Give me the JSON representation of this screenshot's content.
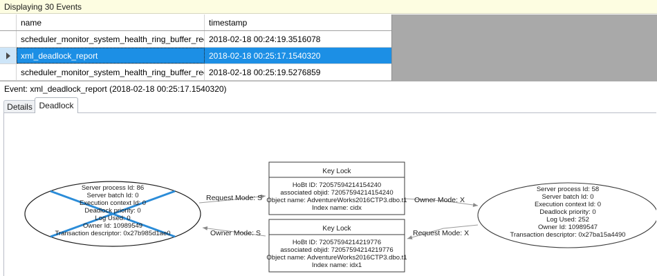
{
  "header": {
    "status_text": "Displaying 30 Events"
  },
  "grid": {
    "columns": [
      "name",
      "timestamp"
    ],
    "rows": [
      {
        "selected": false,
        "name": "scheduler_monitor_system_health_ring_buffer_recorded",
        "timestamp": "2018-02-18 00:24:19.3516078"
      },
      {
        "selected": true,
        "name": "xml_deadlock_report",
        "timestamp": "2018-02-18 00:25:17.1540320"
      },
      {
        "selected": false,
        "name": "scheduler_monitor_system_health_ring_buffer_recorded",
        "timestamp": "2018-02-18 00:25:19.5276859"
      }
    ],
    "row_selector_icon": "row-pointer-triangle-icon"
  },
  "event_caption": "Event: xml_deadlock_report (2018-02-18 00:25:17.1540320)",
  "tabs": [
    {
      "label": "Details",
      "active": false
    },
    {
      "label": "Deadlock",
      "active": true
    }
  ],
  "deadlock_graph": {
    "victim_process": {
      "lines": [
        "Server process Id: 86",
        "Server batch Id: 0",
        "Execution context Id: 0",
        "Deadlock priority: 0",
        "Log Used: 0",
        "Owner Id: 10989549",
        "Transaction descriptor: 0x27b985d1ae0"
      ],
      "is_victim": true,
      "victim_cross_color": "#2b8cd8"
    },
    "surviving_process": {
      "lines": [
        "Server process Id: 58",
        "Server batch Id: 0",
        "Execution context Id: 0",
        "Deadlock priority: 0",
        "Log Used: 252",
        "Owner Id: 10989547",
        "Transaction descriptor: 0x27ba15a4490"
      ],
      "is_victim": false
    },
    "resources": [
      {
        "title": "Key Lock",
        "lines": [
          "HoBt ID: 72057594214154240",
          "associated objid: 72057594214154240",
          "Object name: AdventureWorks2016CTP3.dbo.t1",
          "Index name: cidx"
        ]
      },
      {
        "title": "Key Lock",
        "lines": [
          "HoBt ID: 72057594214219776",
          "associated objid: 72057594214219776",
          "Object name: AdventureWorks2016CTP3.dbo.t1",
          "Index name: idx1"
        ]
      }
    ],
    "edges": [
      {
        "label": "Request Mode: S",
        "from": "victim_process",
        "to": "resource_1"
      },
      {
        "label": "Owner Mode: X",
        "from": "resource_1",
        "to": "surviving_process"
      },
      {
        "label": "Owner Mode: S",
        "from": "resource_2",
        "to": "victim_process"
      },
      {
        "label": "Request Mode: X",
        "from": "surviving_process",
        "to": "resource_2"
      }
    ]
  }
}
